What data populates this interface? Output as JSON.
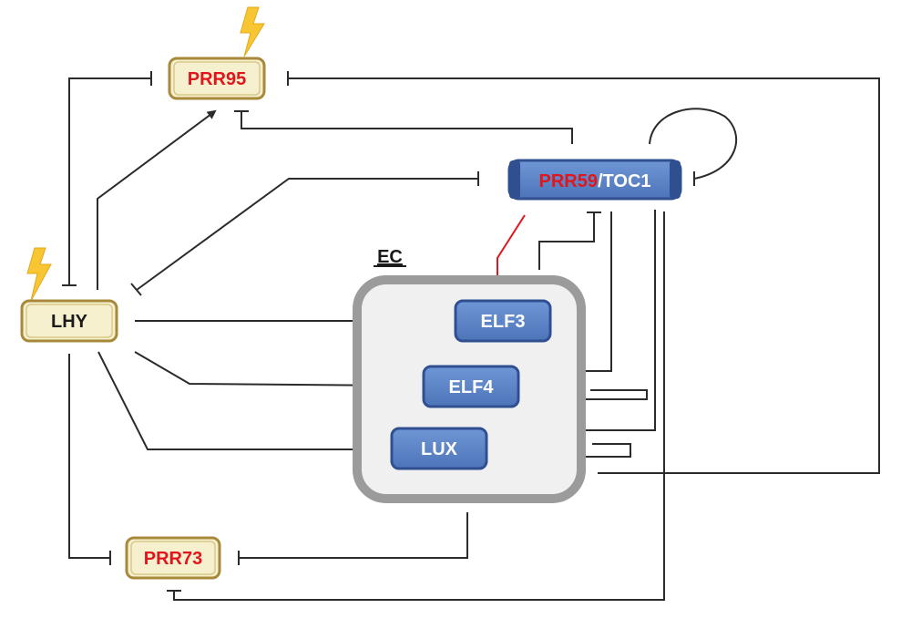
{
  "nodes": {
    "prr95": "PRR95",
    "prr59": "PRR59",
    "slash": "/",
    "toc1": "TOC1",
    "lhy": "LHY",
    "ec": "EC",
    "elf3": "ELF3",
    "elf4": "ELF4",
    "lux": "LUX",
    "prr73": "PRR73"
  },
  "colors": {
    "red_text": "#e0161d",
    "dark_text": "#1a1a1a",
    "white_text": "#ffffff",
    "cream_fill": "#f6f0cf",
    "cream_border": "#a8893a",
    "blue_fill": "#5b84c7",
    "blue_border": "#2f4f91",
    "ec_fill": "#f0f0f0",
    "ec_border": "#9b9b9b",
    "line": "#2b2b2b",
    "red_line": "#e0161d",
    "bolt": "#f7c632"
  },
  "icons": [
    "lightning-bolt-icon",
    "lightning-bolt-icon"
  ]
}
